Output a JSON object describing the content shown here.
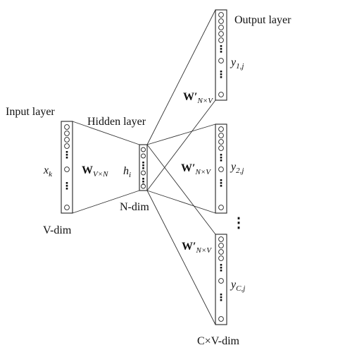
{
  "labels": {
    "output_layer": "Output layer",
    "input_layer": "Input layer",
    "hidden_layer": "Hidden layer",
    "n_dim": "N-dim",
    "v_dim": "V-dim",
    "cxv_dim": "C×V-dim",
    "x_k": "x",
    "x_k_sub": "k",
    "h_i": "h",
    "h_i_sub": "i",
    "w_input": "W",
    "w_input_sub": "V×N",
    "w_output": "W′",
    "w_output_sub": "N×V",
    "y1": "y",
    "y1_sub": "1,j",
    "y2": "y",
    "y2_sub": "2,j",
    "yc": "y",
    "yc_sub": "C,j",
    "ellipsis": "⋮"
  },
  "colors": {
    "ink": "#222222",
    "background": "#ffffff"
  }
}
